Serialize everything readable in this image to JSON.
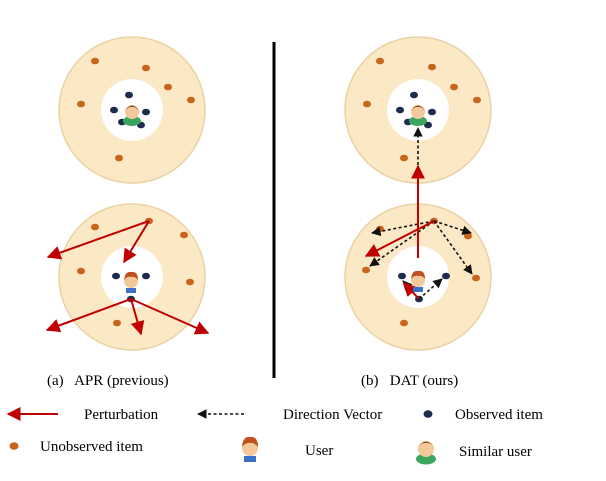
{
  "colors": {
    "ring_fill": "#fbe8c4",
    "ring_stroke": "#ead2a6",
    "inner_fill": "#ffffff",
    "unobserved": "#c8641c",
    "observed": "#1c2d4e",
    "perturbation": "#c00000",
    "direction": "#111111",
    "divider": "#000000"
  },
  "panels": [
    {
      "id": "apr",
      "caption": "(a)   APR (previous)"
    },
    {
      "id": "dat",
      "caption": "(b)   DAT (ours)"
    }
  ],
  "legend": {
    "perturbation": "Perturbation",
    "direction_vector": "Direction Vector",
    "observed_item": "Observed item",
    "unobserved_item": "Unobserved item",
    "user": "User",
    "similar_user": "Similar user"
  }
}
